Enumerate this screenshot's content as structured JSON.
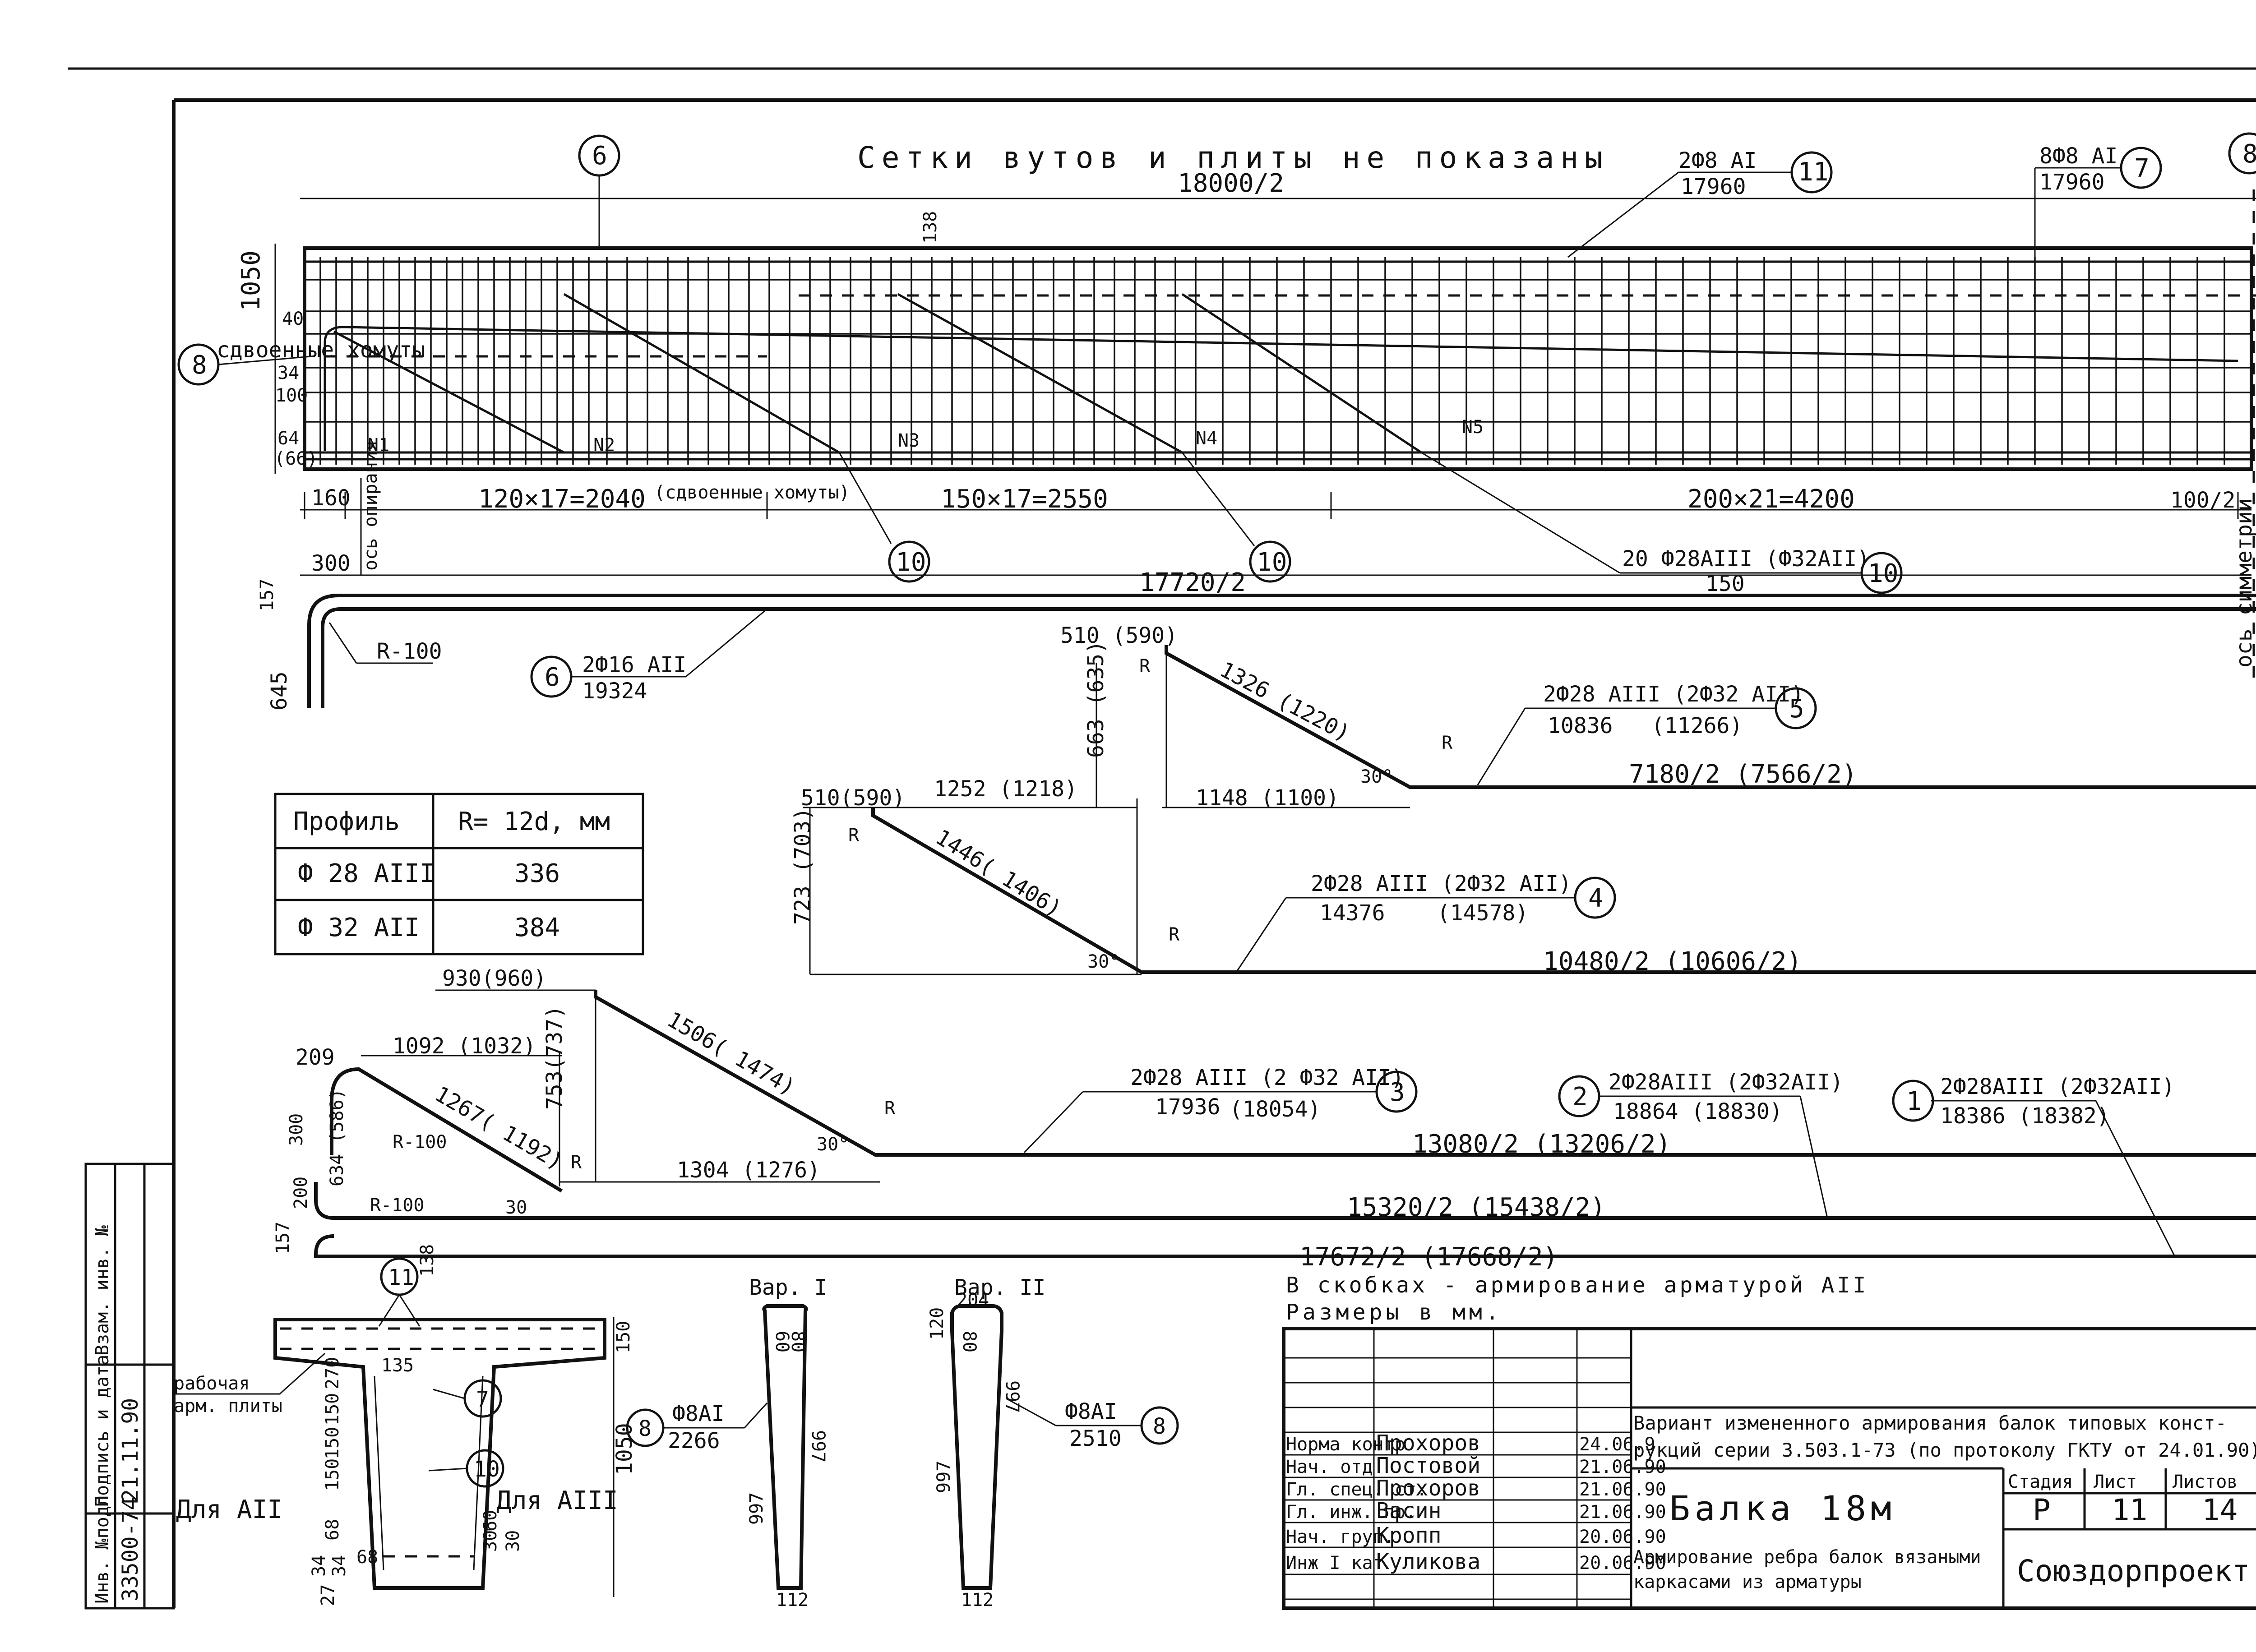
{
  "header": {
    "note": "Сетки вутов и плиты не показаны",
    "half_length": "18000/2"
  },
  "callouts": {
    "c6_top": "6",
    "c8_left": "8",
    "c8_right": "8",
    "c11_top": "11",
    "c7_top": "7",
    "c10_a": "10",
    "c10_b": "10",
    "c10_c": "10",
    "c6_bar": "6",
    "c5": "5",
    "c4": "4",
    "c3": "3",
    "c2": "2",
    "c1": "1",
    "c11_sec": "11",
    "c7_sec": "7",
    "c10_sec": "10",
    "c8_v1": "8",
    "c8_v2": "8"
  },
  "bars": {
    "b11_spec": "2Ф8 AI",
    "b11_len": "17960",
    "b7_spec": "8Ф8 AI",
    "b7_len": "17960",
    "b10_spec": "20 Ф28AIII (Ф32AII)",
    "b10_len": "150",
    "b6_spec": "2Ф16 AII",
    "b6_len": "19324",
    "b6_radius": "R-100",
    "b6_hook": "645",
    "b6_total": "17720/2",
    "b6_offset": "157",
    "b5_spec": "2Ф28 AIII (2Ф32 AII)",
    "b5_len": "10836",
    "b5_len2": "(11266)",
    "b5_run": "7180/2  (7566/2)",
    "b4_spec": "2Ф28 AIII  (2Ф32 AII)",
    "b4_len": "14376",
    "b4_len2": "(14578)",
    "b4_run": "10480/2  (10606/2)",
    "b3_spec": "2Ф28 AIII  (2 Ф32 AII)",
    "b3_len": "17936",
    "b3_len2": "(18054)",
    "b3_run": "13080/2  (13206/2)",
    "b2_spec": "2Ф28AIII (2Ф32AII)",
    "b2_len": "18864 (18830)",
    "b2_run": "15320/2   (15438/2)",
    "b1_spec": "2Ф28AIII (2Ф32AII)",
    "b1_len": "18386 (18382)",
    "b1_run": "17672/2   (17668/2)"
  },
  "dims": {
    "h1050": "1050",
    "d40": "40",
    "d34": "34",
    "d100": "100",
    "d64": "64",
    "d66": "(66)",
    "d138": "138",
    "d160": "160",
    "d300_axis": "300",
    "axis_support": "ось опирания",
    "seg1": "120×17=2040",
    "seg1_note": "(сдвоенные хомуты)",
    "seg2": "150×17=2550",
    "seg3": "200×21=4200",
    "seg4": "100/2",
    "paired_stirrups": "сдвоенные хомуты",
    "n1": "N1",
    "n2": "N2",
    "n3": "N3",
    "n4": "N4",
    "n5": "N5",
    "sym_axis": "ось симметрии",
    "b5_top": "510 (590)",
    "b5_vert": "663 (635)",
    "b5_diag": "1326 (1220)",
    "b5_horiz": "1148  (1100)",
    "angle30": "30°",
    "R": "R",
    "b4_top": "510(590)",
    "b4_mid": "1252 (1218)",
    "b4_vert": "723 (703)",
    "b4_diag": "1446( 1406)",
    "b3_top": "930(960)",
    "b3_hook": "209",
    "b3_mid": "1092 (1032)",
    "b3_vert": "753(737)",
    "b3_diag1": "1506( 1474)",
    "b3_diag2": "1267( 1192)",
    "b3_vert2": "634 (586)",
    "b3_low": "1304  (1276)",
    "b3_r100": "R-100",
    "b3_300": "300",
    "b2_r100": "R-100",
    "b2_200": "200",
    "b1_157": "157",
    "angle30b": "30"
  },
  "radius_table": {
    "header": [
      "Профиль",
      "R= 12d,  мм"
    ],
    "rows": [
      [
        "Ф  28 AIII",
        "336"
      ],
      [
        "Ф  32 AII",
        "384"
      ]
    ]
  },
  "notes": {
    "brackets": "В скобках - армирование арматурой AII",
    "units": "Размеры  в  мм."
  },
  "section": {
    "slab_label": "рабочая",
    "slab_label2": "арм. плиты",
    "for_aii": "Для AII",
    "for_aiii": "Для AIII",
    "d150a": "150",
    "d138": "138",
    "d135": "135",
    "d270": "270",
    "d150b": "150",
    "d150c": "150",
    "d150d": "150",
    "d1050": "1050",
    "d68": "68",
    "d60": "60",
    "d30a": "30",
    "d30b": "30",
    "d34a": "34",
    "d34b": "34",
    "d68b": "68",
    "d27": "27"
  },
  "variants": {
    "v1_title": "Вар. I",
    "v2_title": "Вар. II",
    "v1_spec": "Ф8AI",
    "v1_len": "2266",
    "v2_spec": "Ф8AI",
    "v2_len": "2510",
    "v1_80": "80",
    "v1_60": "60",
    "v1_997": "997",
    "v1_997b": "997",
    "v1_112": "112",
    "v2_204": "204",
    "v2_120": "120",
    "v2_80": "80",
    "v2_997": "997",
    "v2_997b": "997",
    "v2_112": "112"
  },
  "title_block": {
    "project": "Вариант измененного армирования балок типовых конст- рукций серии 3.503.1-73 (по протоколу ГКТУ от 24.01.90)",
    "drawing_title": "Балка  18м",
    "sheet_title": "Армирование ребра балок вязаными каркасами из арматуры",
    "org": "Союздорпроект",
    "stage_h": "Стадия",
    "sheet_h": "Лист",
    "sheets_h": "Листов",
    "stage": "Р",
    "sheet": "11",
    "sheets": "14",
    "roles": [
      "Норма контр",
      "Нач. отд",
      "Гл. спец. ст.",
      "Гл. инж. пр.",
      "Нач. груп.",
      "Инж I кат"
    ],
    "names": [
      "Прохоров",
      "Постовой",
      "Прохоров",
      "Васин",
      "Кропп",
      "Куликова"
    ],
    "dates": [
      "24.06.9",
      "21.06.90",
      "21.06.90",
      "21.06.90",
      "20.06.90",
      "20.06.90"
    ]
  },
  "side_stamp": {
    "h1": "Инв. №подл",
    "h2": "Подпись и дата",
    "h3": "Взам. инв. №",
    "v1": "33500-74",
    "v2": "21.11.90"
  }
}
